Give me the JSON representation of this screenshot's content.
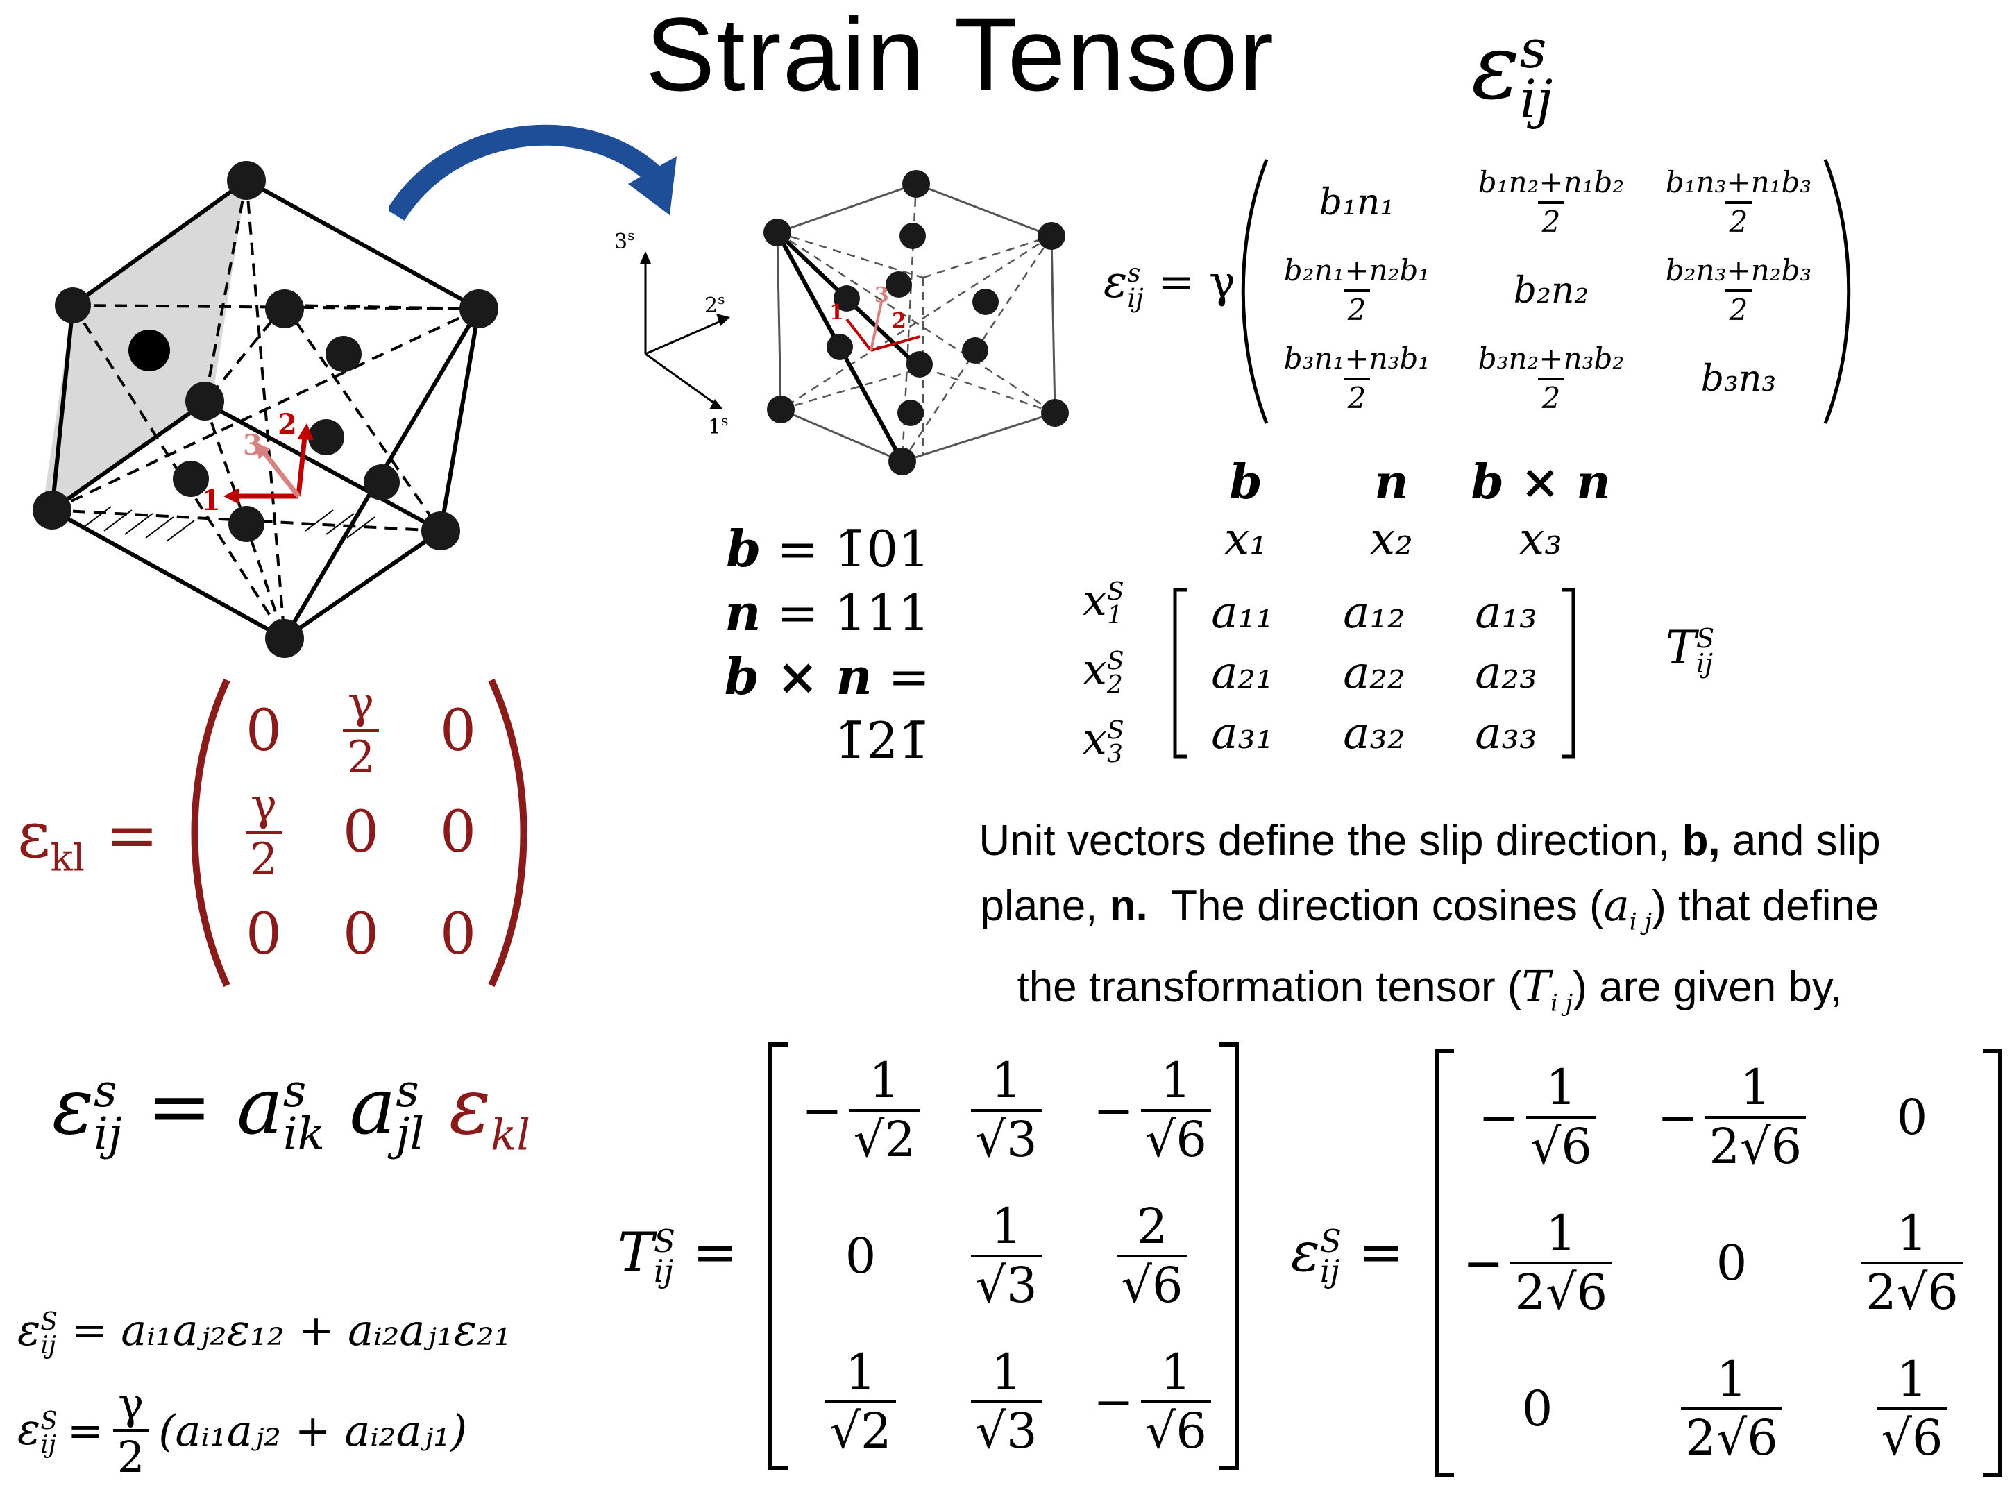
{
  "title": "Strain Tensor",
  "title_symbol": {
    "base": "ε",
    "sup": "s",
    "sub": "ij"
  },
  "general_strain": {
    "lhs": "ε",
    "lhs_sup": "s",
    "lhs_sub": "ij",
    "factor": "= γ",
    "cells": [
      [
        "b₁n₁",
        {
          "num": "b₁n₂+n₁b₂",
          "den": "2"
        },
        {
          "num": "b₁n₃+n₁b₃",
          "den": "2"
        }
      ],
      [
        {
          "num": "b₂n₁+n₂b₁",
          "den": "2"
        },
        "b₂n₂",
        {
          "num": "b₂n₃+n₂b₃",
          "den": "2"
        }
      ],
      [
        {
          "num": "b₃n₁+n₃b₁",
          "den": "2"
        },
        {
          "num": "b₃n₂+n₃b₂",
          "den": "2"
        },
        "b₃n₃"
      ]
    ]
  },
  "vectors": {
    "b_label": "b",
    "b_value": "1̄01",
    "n_label": "n",
    "n_value": "111",
    "bxn_label": "b × n",
    "bxn_value": "1̄21̄",
    "eq": "="
  },
  "axes_labels": {
    "a3": "3",
    "a2": "2",
    "a1": "1",
    "sup": "s"
  },
  "crystal_labels": {
    "l1": "1",
    "l2": "2",
    "l3": "3"
  },
  "transform_table": {
    "col_heads": [
      "b",
      "n",
      "b × n"
    ],
    "col_x": [
      "x₁",
      "x₂",
      "x₃"
    ],
    "row_heads": [
      {
        "base": "x",
        "sup": "S",
        "sub": "1"
      },
      {
        "base": "x",
        "sup": "S",
        "sub": "2"
      },
      {
        "base": "x",
        "sup": "S",
        "sub": "3"
      }
    ],
    "cells": [
      [
        "a₁₁",
        "a₁₂",
        "a₁₃"
      ],
      [
        "a₂₁",
        "a₂₂",
        "a₂₃"
      ],
      [
        "a₃₁",
        "a₃₂",
        "a₃₃"
      ]
    ],
    "tensor": {
      "base": "T",
      "sup": "S",
      "sub": "ij"
    }
  },
  "ekl": {
    "lhs": "ε",
    "lhs_sub": "kl",
    "eq": "=",
    "cells": [
      [
        "0",
        {
          "num": "γ",
          "den": "2"
        },
        "0"
      ],
      [
        {
          "num": "γ",
          "den": "2"
        },
        "0",
        "0"
      ],
      [
        "0",
        "0",
        "0"
      ]
    ]
  },
  "paragraph": {
    "line1_a": "Unit vectors define the slip direction, ",
    "line1_b": "b,",
    "line1_c": " and slip",
    "line2_a": "plane, ",
    "line2_b": "n.",
    "line2_c": "  The direction cosines (",
    "line2_sym": "a",
    "line2_sub": "i j",
    "line2_d": ") that define",
    "line3_a": "the transformation tensor (",
    "line3_sym": "T",
    "line3_sub": "i j",
    "line3_b": ") are given by,"
  },
  "main_eq": {
    "e": "ε",
    "e_sup": "s",
    "e_sub": "ij",
    "eq": "=",
    "a1": "a",
    "a1_sup": "s",
    "a1_sub": "ik",
    "a2": "a",
    "a2_sup": "s",
    "a2_sub": "jl",
    "ekl": "ε",
    "ekl_sub": "kl"
  },
  "eq_lines": {
    "line1_lhs": "ε",
    "line1_sup": "S",
    "line1_sub": "ij",
    "line1_rhs": "= aᵢ₁aⱼ₂ε₁₂ + aᵢ₂aⱼ₁ε₂₁",
    "line2_lhs": "ε",
    "line2_sup": "S",
    "line2_sub": "ij",
    "line2_eq": "=",
    "line2_num": "γ",
    "line2_den": "2",
    "line2_rhs": "(aᵢ₁aⱼ₂ + aᵢ₂aⱼ₁)"
  },
  "T_matrix": {
    "lhs": "T",
    "lhs_sup": "S",
    "lhs_sub": "ij",
    "eq": "=",
    "cells": [
      [
        {
          "sign": "−",
          "num": "1",
          "den": "2"
        },
        {
          "sign": "",
          "num": "1",
          "den": "3"
        },
        {
          "sign": "−",
          "num": "1",
          "den": "6"
        }
      ],
      [
        {
          "plain": "0"
        },
        {
          "sign": "",
          "num": "1",
          "den": "3"
        },
        {
          "sign": "",
          "num": "2",
          "den": "6"
        }
      ],
      [
        {
          "sign": "",
          "num": "1",
          "den": "2"
        },
        {
          "sign": "",
          "num": "1",
          "den": "3"
        },
        {
          "sign": "−",
          "num": "1",
          "den": "6"
        }
      ]
    ]
  },
  "E_matrix": {
    "lhs": "ε",
    "lhs_sup": "S",
    "lhs_sub": "ij",
    "eq": "=",
    "cells": [
      [
        {
          "sign": "−",
          "num": "1",
          "pre": "",
          "den": "6"
        },
        {
          "sign": "−",
          "num": "1",
          "pre": "2",
          "den": "6"
        },
        {
          "plain": "0"
        }
      ],
      [
        {
          "sign": "−",
          "num": "1",
          "pre": "2",
          "den": "6"
        },
        {
          "plain": "0"
        },
        {
          "sign": "",
          "num": "1",
          "pre": "2",
          "den": "6"
        }
      ],
      [
        {
          "plain": "0"
        },
        {
          "sign": "",
          "num": "1",
          "pre": "2",
          "den": "6"
        },
        {
          "sign": "",
          "num": "1",
          "pre": "",
          "den": "6"
        }
      ]
    ]
  },
  "colors": {
    "red": "#8b1a1a",
    "arrow": "#1f4e99",
    "face": "#d9d9d9",
    "vector_red": "#c00000"
  }
}
